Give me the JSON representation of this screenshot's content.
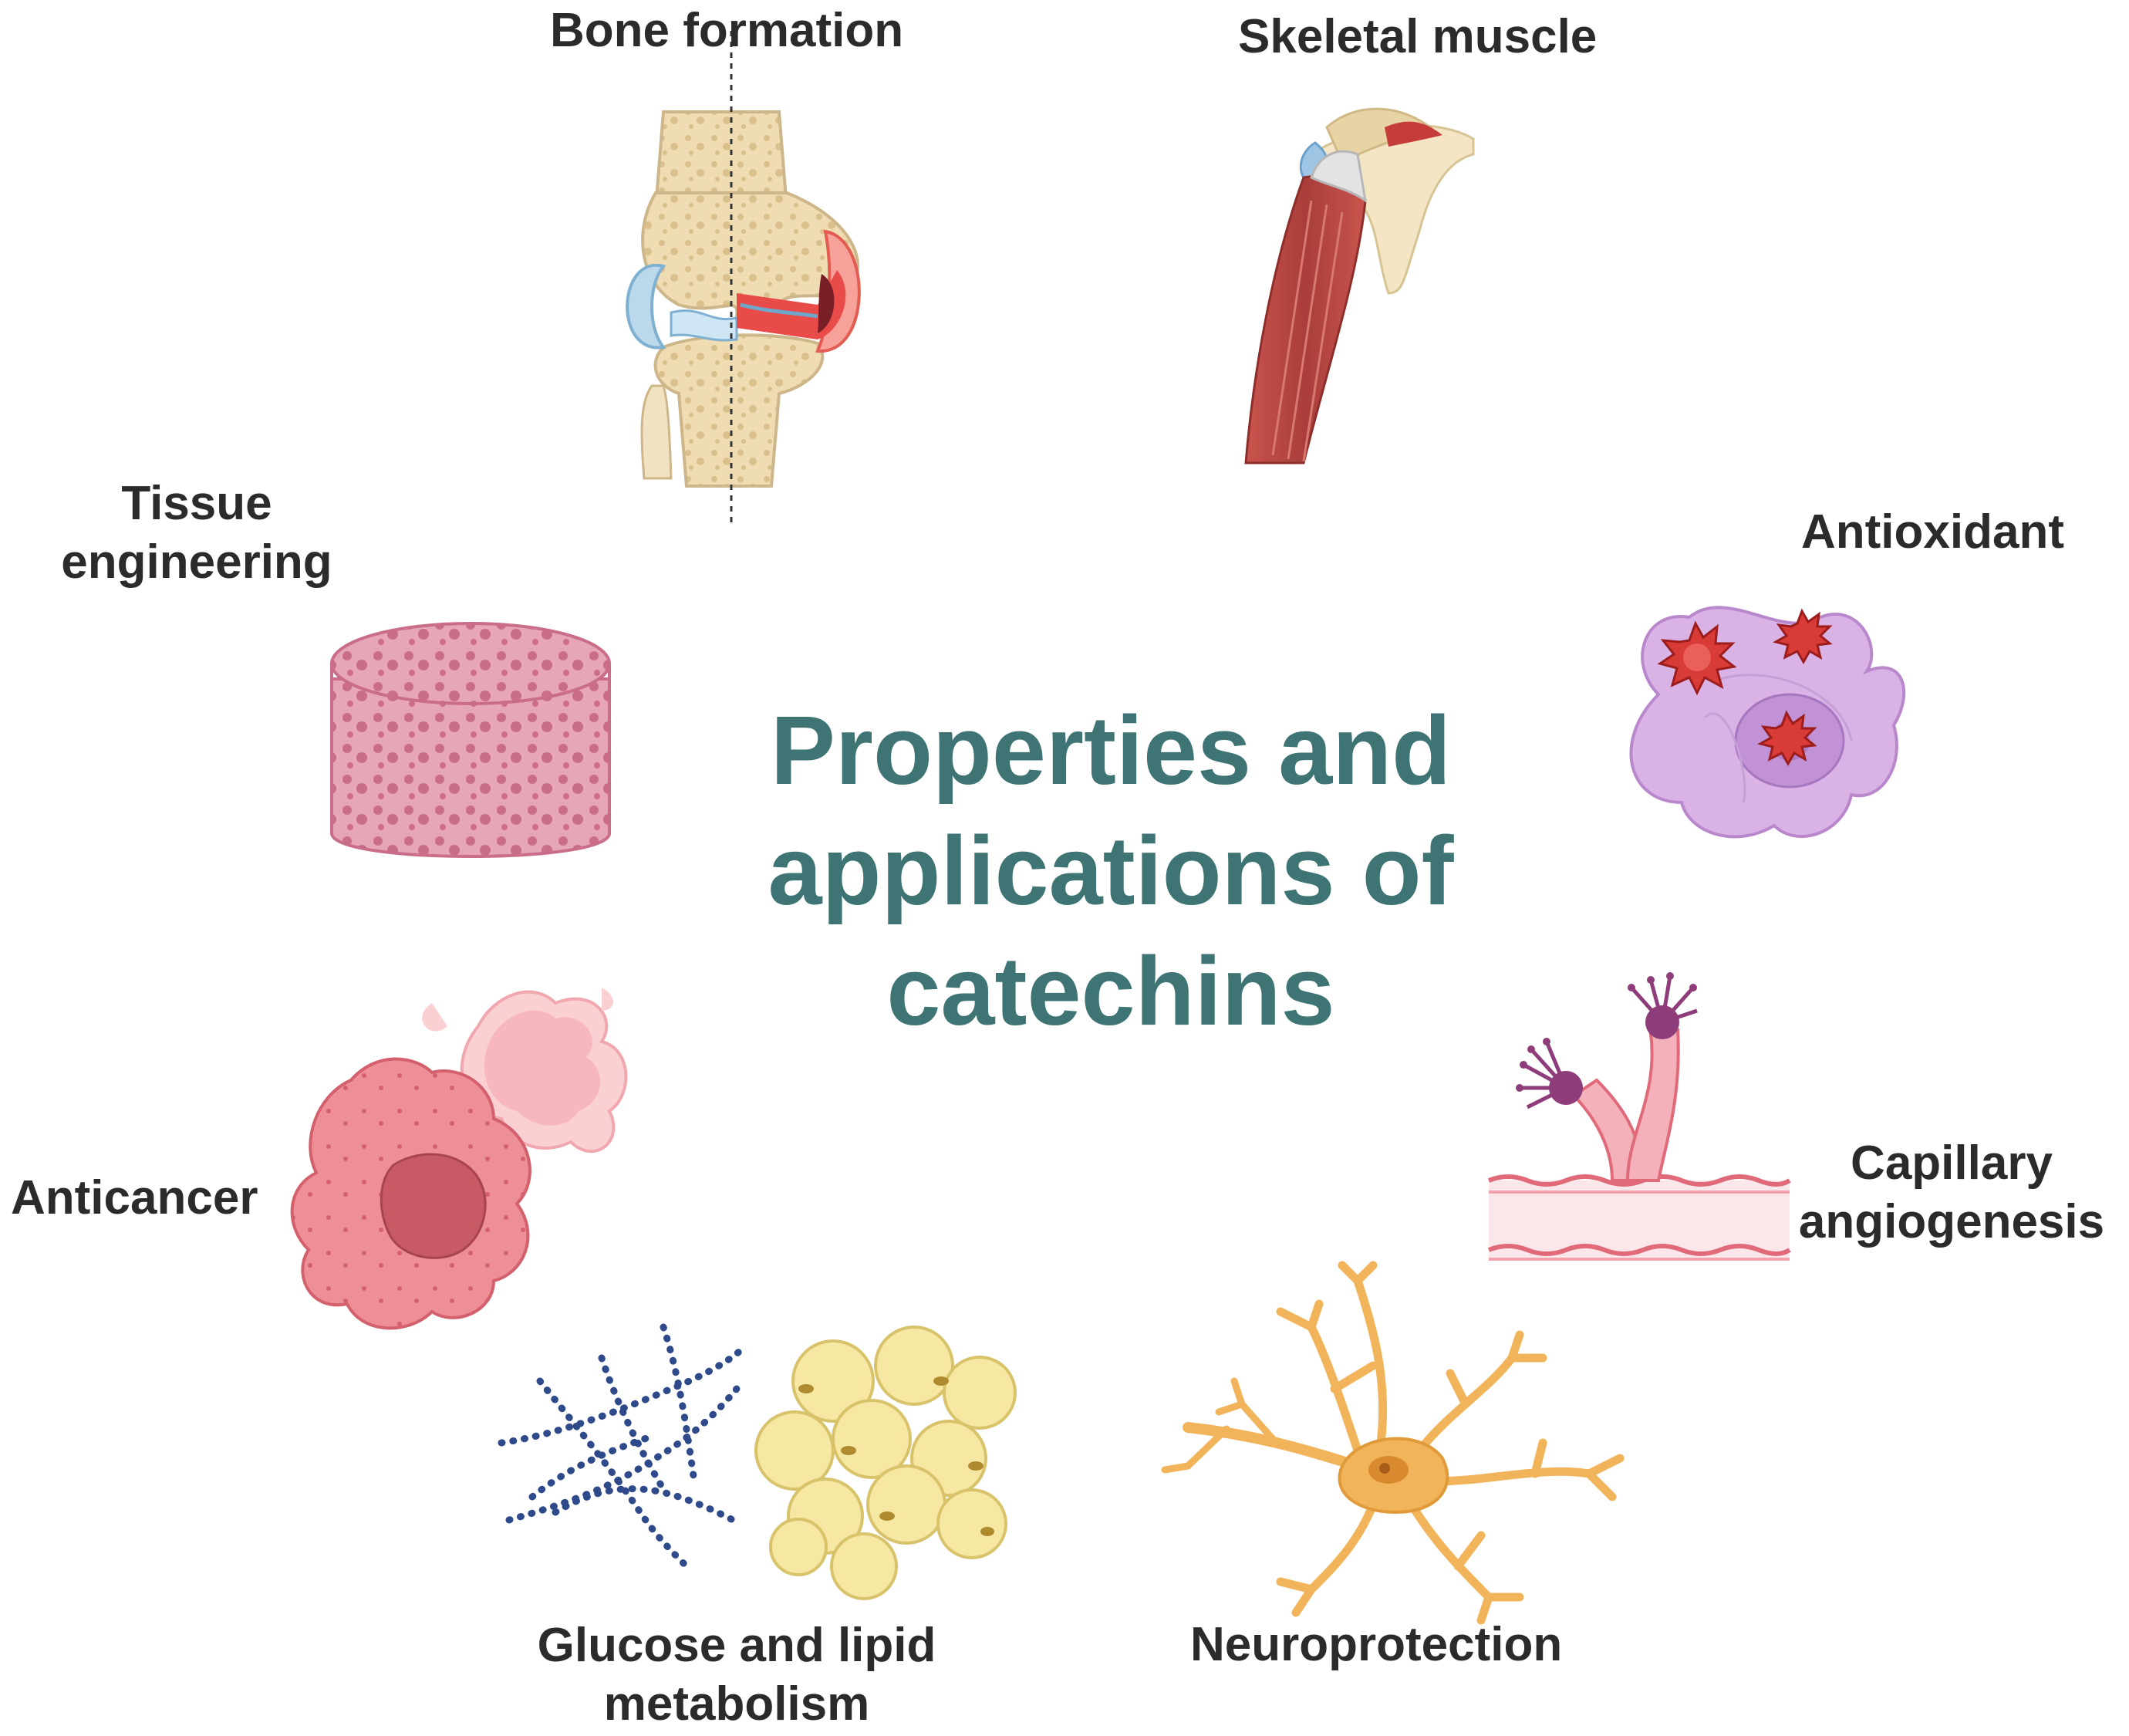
{
  "title": {
    "line1": "Properties and",
    "line2": "applications of",
    "line3": "catechins"
  },
  "labels": {
    "bone_formation": "Bone formation",
    "skeletal_muscle": "Skeletal muscle",
    "antioxidant": "Antioxidant",
    "capillary_line1": "Capillary",
    "capillary_line2": "angiogenesis",
    "neuroprotection": "Neuroprotection",
    "glucose_line1": "Glucose and lipid",
    "glucose_line2": "metabolism",
    "anticancer": "Anticancer",
    "tissue_line1": "Tissue",
    "tissue_line2": "engineering"
  },
  "colors": {
    "title": "#3e7473",
    "label": "#2b2b2b",
    "bone": "#efdcb3",
    "muscle": "#b8453f",
    "cell_purple": "#d6aee3",
    "scaffold_pink": "#e5a2b4",
    "cancer_pink": "#e9828a",
    "neuron_orange": "#f2b45a",
    "adipocyte_yellow": "#f6e7a3",
    "glucose_blue": "#2f4a8a"
  },
  "icons": [
    "knee-joint-icon",
    "shoulder-muscle-icon",
    "antioxidant-cell-icon",
    "capillary-vessel-icon",
    "neuron-icon",
    "glucose-chain-icon",
    "adipocyte-cluster-icon",
    "cancer-cell-icon",
    "tissue-scaffold-icon"
  ]
}
